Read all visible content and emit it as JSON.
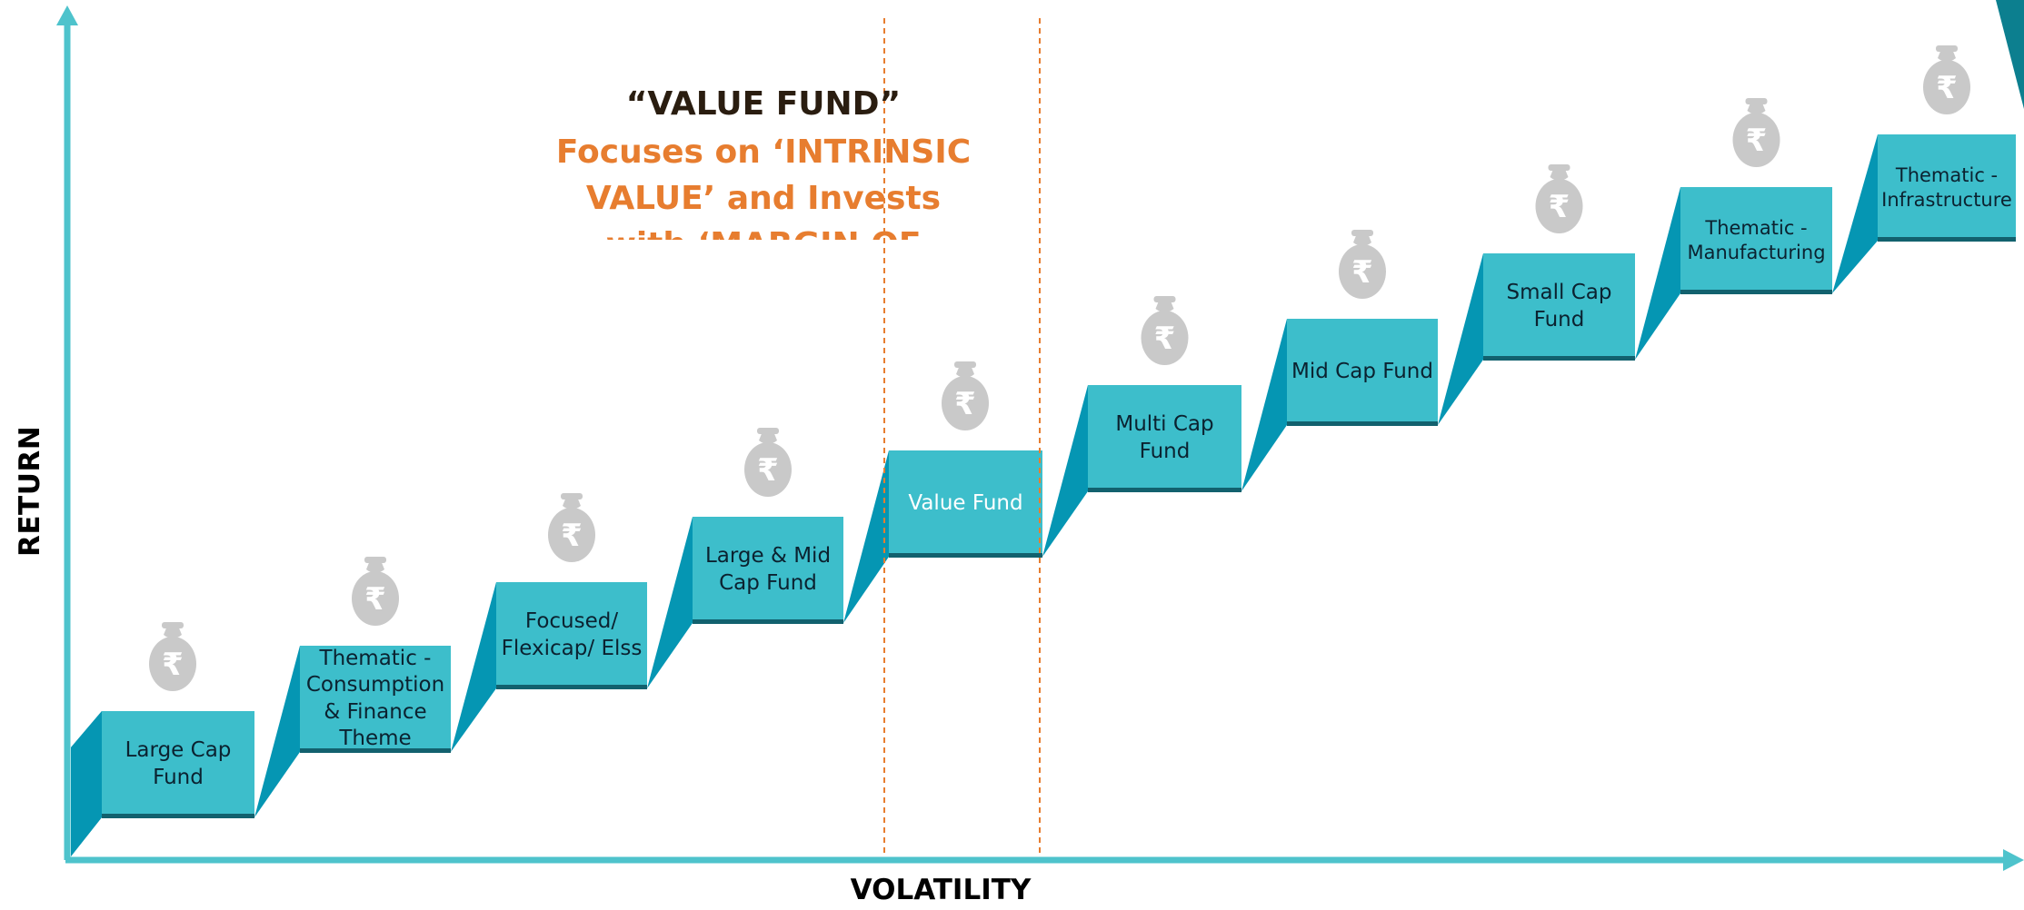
{
  "axes": {
    "y_label": "RETURN",
    "x_label": "VOLATILITY"
  },
  "callout": {
    "title": "“VALUE FUND”",
    "body": "Focuses on ‘INTRINSIC VALUE’ and Invests with ‘MARGIN OF SAFETY’"
  },
  "steps": [
    {
      "label": "Large Cap Fund",
      "icon": "money-bag-rupee-icon"
    },
    {
      "label": "Thematic - Consumption & Finance Theme",
      "icon": "money-bag-rupee-icon"
    },
    {
      "label": "Focused/ Flexicap/ Elss",
      "icon": "money-bag-rupee-icon"
    },
    {
      "label": "Large & Mid Cap Fund",
      "icon": "money-bag-rupee-icon"
    },
    {
      "label": "Value Fund",
      "icon": "money-bag-rupee-icon",
      "highlighted": true
    },
    {
      "label": "Multi Cap Fund",
      "icon": "money-bag-rupee-icon"
    },
    {
      "label": "Mid Cap Fund",
      "icon": "money-bag-rupee-icon"
    },
    {
      "label": "Small Cap Fund",
      "icon": "money-bag-rupee-icon"
    },
    {
      "label": "Thematic - Manufacturing",
      "icon": "money-bag-rupee-icon"
    },
    {
      "label": "Thematic - Infrastructure",
      "icon": "money-bag-rupee-icon"
    }
  ],
  "colors": {
    "axis": "#4ec3cc",
    "step_face": "#3dbecb",
    "step_side": "#0596b3",
    "step_shadow": "#12616e",
    "callout_title": "#2a1d10",
    "callout_body": "#e77d2f",
    "guide_line": "#e77d2f",
    "money_bag": "#c9c9c9",
    "corner_accent": "#0c7f8f"
  }
}
